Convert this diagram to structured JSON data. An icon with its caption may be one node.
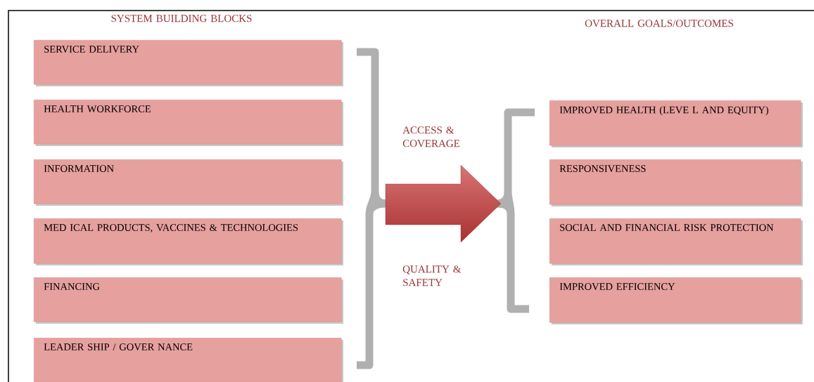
{
  "diagram": {
    "nodes": [
      {
        "text": [
          "SERVICE DELIVERY"
        ]
      },
      {
        "text": [
          "HEALTH WORKFORCE"
        ]
      },
      {
        "text": [
          "INFORMATION"
        ]
      },
      {
        "text": [
          "MED ICAL PRODUCTS, VACCINES & TECHNOLOGIES"
        ]
      },
      {
        "text": [
          "FINANCING"
        ]
      },
      {
        "text": [
          "LEADER SHIP / GOVER NANCE"
        ]
      },
      {
        "text": [
          "IMPROVED HEALTH (LEVE L AND EQUITY)"
        ]
      },
      {
        "text": [
          "RESPONSIVENESS"
        ]
      },
      {
        "text": [
          "SOCIAL AND FINANCIAL RISK PROTECTION"
        ]
      },
      {
        "text": [
          "IMPROVED EFFICIENCY"
        ]
      }
    ],
    "labels": [
      "SYSTEM BUILDING BLOCKS",
      "OVERALL GOALS/OUTCOMES",
      "ACCESS & COVERAGE",
      "QUALITY & SAFETY"
    ]
  }
}
